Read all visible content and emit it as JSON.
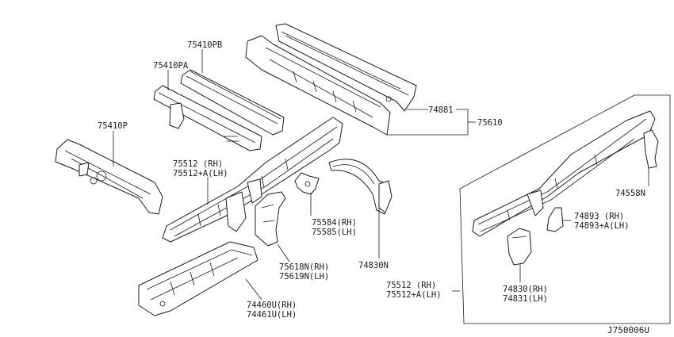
{
  "labels": {
    "p75410PB": "75410PB",
    "p75410PA": "75410PA",
    "p75410P": "75410P",
    "p74881": "74881",
    "p75610": "75610",
    "p75512_rh": "75512  (RH)",
    "p75512_lh": "75512+A(LH)",
    "p75584": "75584(RH)",
    "p75585": "75585(LH)",
    "p75618N": "75618N(RH)",
    "p75619N": "75619N(LH)",
    "p74830N": "74830N",
    "p74460U": "74460U(RH)",
    "p74461U": "74461U(LH)",
    "p74558N": "74558N",
    "p74893_rh": "74893  (RH)",
    "p74893_lh": "74893+A(LH)",
    "p74830": "74830(RH)",
    "p74831": "74831(LH)",
    "p75512b_rh": "75512   (RH)",
    "p75512b_lh": "75512+A(LH)"
  },
  "reference": "J750006U"
}
